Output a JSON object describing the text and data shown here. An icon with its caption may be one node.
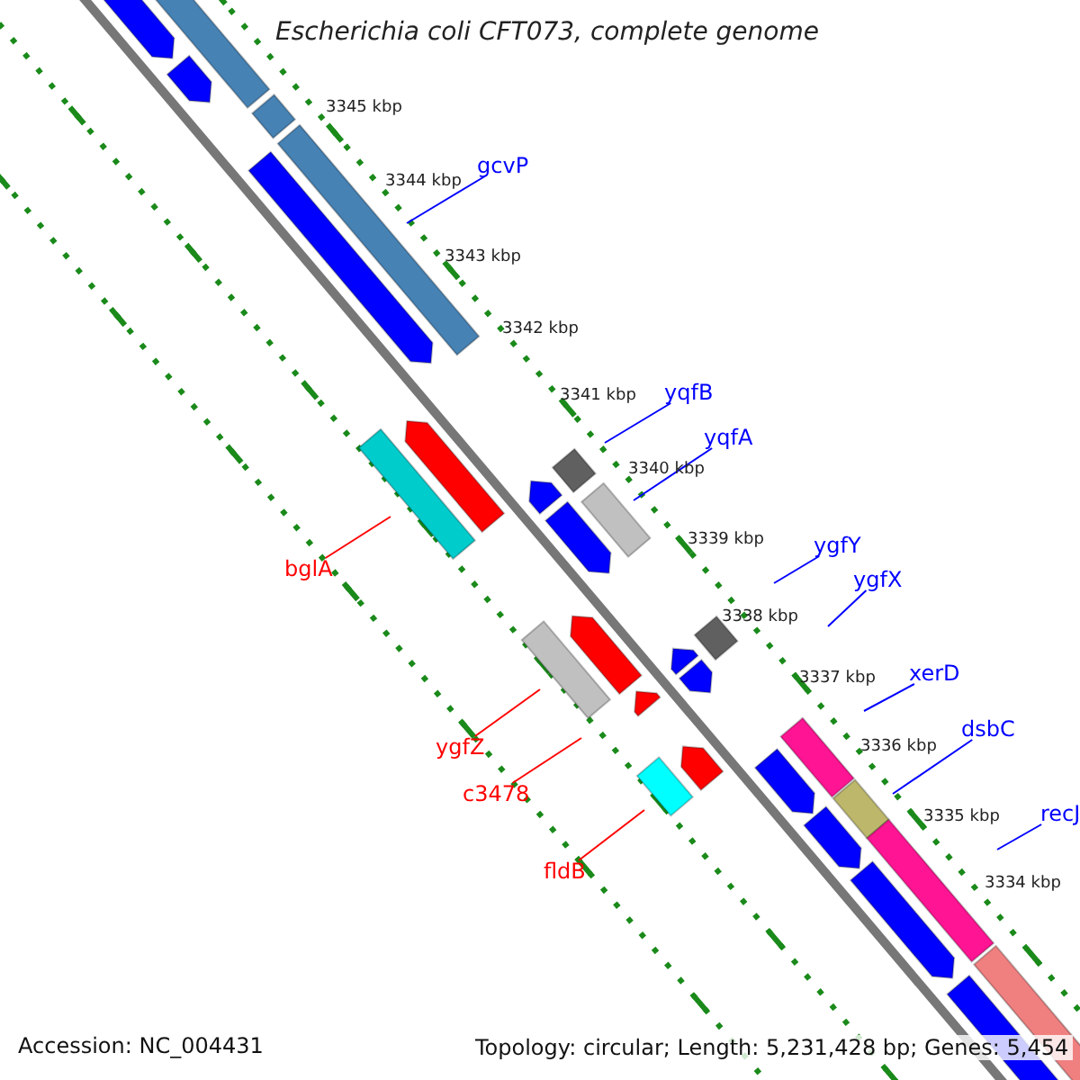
{
  "diagram": {
    "title": "Escherichia coli CFT073, complete genome",
    "nodes": [
      {
        "text": [
          "gcvP"
        ]
      },
      {
        "text": [
          "yqfB"
        ]
      },
      {
        "text": [
          "yqfA"
        ]
      },
      {
        "text": [
          "ygfY"
        ]
      },
      {
        "text": [
          "bglA"
        ]
      },
      {
        "text": [
          "ygfX"
        ]
      },
      {
        "text": [
          "xerD"
        ]
      },
      {
        "text": [
          "dsbC"
        ]
      },
      {
        "text": [
          "ygfZ"
        ]
      },
      {
        "text": [
          "c3478"
        ]
      },
      {
        "text": [
          "recJ"
        ]
      },
      {
        "text": [
          "fldB"
        ]
      }
    ],
    "edges": [
      {
        "from": 0,
        "to": null,
        "arrow": "none"
      },
      {
        "from": 1,
        "to": null,
        "arrow": "none"
      },
      {
        "from": 2,
        "to": null,
        "arrow": "none"
      },
      {
        "from": 3,
        "to": null,
        "arrow": "none"
      },
      {
        "from": 4,
        "to": null,
        "arrow": "none",
        "color": "#ff0000"
      },
      {
        "from": 5,
        "to": null,
        "arrow": "none"
      },
      {
        "from": 6,
        "to": null,
        "arrow": "none"
      },
      {
        "from": 7,
        "to": null,
        "arrow": "none"
      },
      {
        "from": 8,
        "to": null,
        "arrow": "none",
        "color": "#ff0000"
      },
      {
        "from": 9,
        "to": null,
        "arrow": "none",
        "color": "#ff0000"
      },
      {
        "from": 10,
        "to": null,
        "arrow": "none"
      },
      {
        "from": 11,
        "to": null,
        "arrow": "none",
        "color": "#ff0000"
      }
    ],
    "labels": [
      "3345 kbp",
      "3344 kbp",
      "3343 kbp",
      "3342 kbp",
      "3341 kbp",
      "3340 kbp",
      "3339 kbp",
      "3338 kbp",
      "3337 kbp",
      "3336 kbp",
      "3335 kbp",
      "3334 kbp",
      "Accession: NC_004431",
      "Topology: circular; Length: 5,231,428 bp; Genes: 5,454"
    ]
  }
}
